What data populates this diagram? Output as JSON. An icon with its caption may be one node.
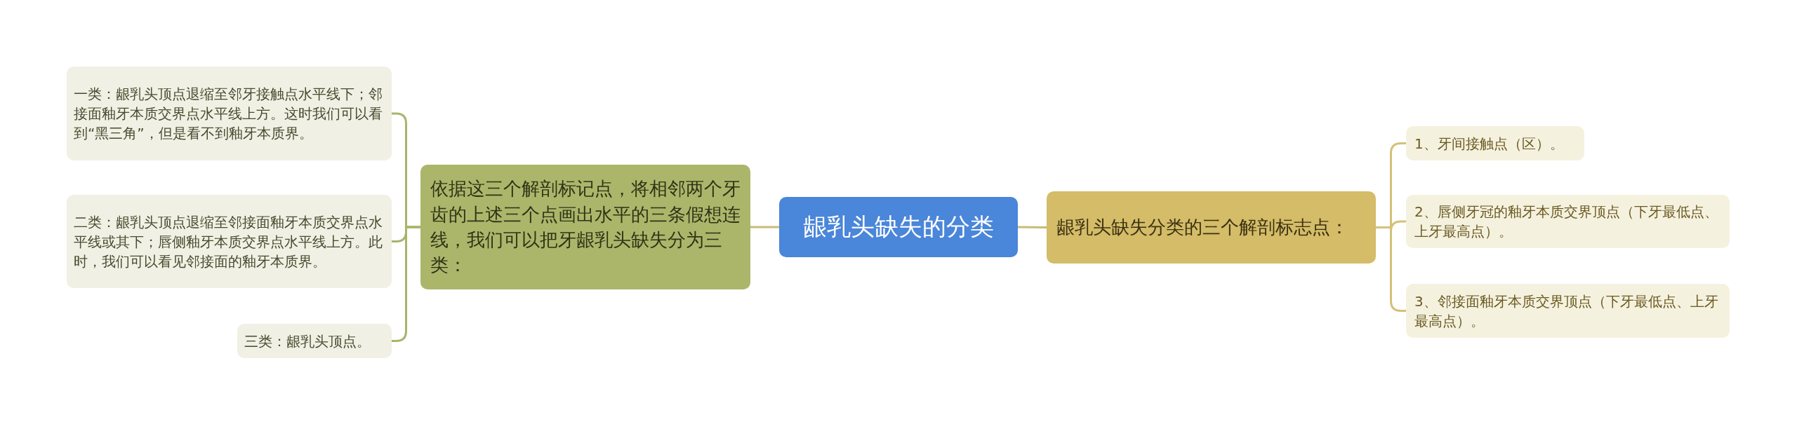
{
  "diagram": {
    "nodes": [
      {
        "text": [
          "龈乳头缺失的分类"
        ]
      },
      {
        "text": [
          "依据这三个解剖标记点，将相邻两个牙齿的上述三个点画出水平的三条假想连线，我们可以把牙龈乳头缺失分为三类："
        ]
      },
      {
        "text": [
          "一类：龈乳头顶点退缩至邻牙接触点水平线下；邻接面釉牙本质交界点水平线上方。这时我们可以看到“黑三角”，但是看不到釉牙本质界。"
        ]
      },
      {
        "text": [
          "二类：龈乳头顶点退缩至邻接面釉牙本质交界点水平线或其下；唇侧釉牙本质交界点水平线上方。此时，我们可以看见邻接面的釉牙本质界。"
        ]
      },
      {
        "text": [
          "三类：龈乳头顶点。"
        ]
      },
      {
        "text": [
          "龈乳头缺失分类的三个解剖标志点："
        ]
      },
      {
        "text": [
          "1、牙间接触点（区）。"
        ]
      },
      {
        "text": [
          "2、唇侧牙冠的釉牙本质交界顶点（下牙最低点、上牙最高点）。"
        ]
      },
      {
        "text": [
          "3、邻接面釉牙本质交界顶点（下牙最低点、上牙最高点）。"
        ]
      }
    ],
    "edges": [
      {
        "from": 0,
        "to": 1,
        "arrow": "none"
      },
      {
        "from": 1,
        "to": 2,
        "arrow": "none"
      },
      {
        "from": 1,
        "to": 3,
        "arrow": "none"
      },
      {
        "from": 1,
        "to": 4,
        "arrow": "none"
      },
      {
        "from": 0,
        "to": 5,
        "arrow": "none"
      },
      {
        "from": 5,
        "to": 6,
        "arrow": "none"
      },
      {
        "from": 5,
        "to": 7,
        "arrow": "none"
      },
      {
        "from": 5,
        "to": 8,
        "arrow": "none"
      }
    ]
  }
}
